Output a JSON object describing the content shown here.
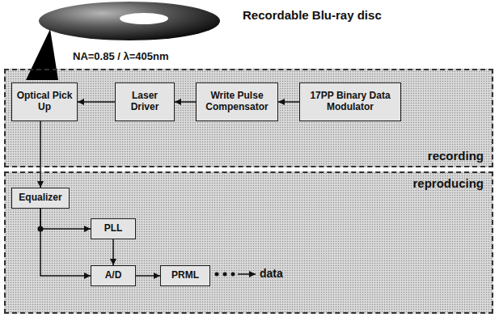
{
  "diagram": {
    "nodes": [
      {
        "text": [
          "recording"
        ]
      },
      {
        "text": [
          "Optical Pick Up"
        ],
        "in": 0
      },
      {
        "text": [
          "Laser Driver"
        ],
        "in": 0
      },
      {
        "text": [
          "Write Pulse Compensator"
        ],
        "in": 0
      },
      {
        "text": [
          "17PP Binary Data Modulator"
        ],
        "in": 0
      },
      {
        "text": [
          "reproducing"
        ]
      },
      {
        "text": [
          "Equalizer"
        ],
        "in": 5
      },
      {
        "text": [
          "PLL"
        ],
        "in": 5
      },
      {
        "text": [
          "A/D"
        ],
        "in": 5
      },
      {
        "text": [
          "PRML"
        ],
        "in": 5
      }
    ],
    "edges": [
      {
        "from": 4,
        "to": 3,
        "arrow": "to"
      },
      {
        "from": 3,
        "to": 2,
        "arrow": "to"
      },
      {
        "from": 2,
        "to": 1,
        "arrow": "to"
      },
      {
        "from": 1,
        "to": 6,
        "arrow": "to"
      },
      {
        "from": 6,
        "to": 7,
        "arrow": "to"
      },
      {
        "from": 6,
        "to": 8,
        "arrow": "to"
      },
      {
        "from": 7,
        "to": 8,
        "arrow": "to"
      },
      {
        "from": 8,
        "to": 9,
        "arrow": "to"
      }
    ],
    "labels": [
      "Recordable Blu-ray disc",
      "NA=0.85 / λ=405nm",
      "data"
    ]
  }
}
